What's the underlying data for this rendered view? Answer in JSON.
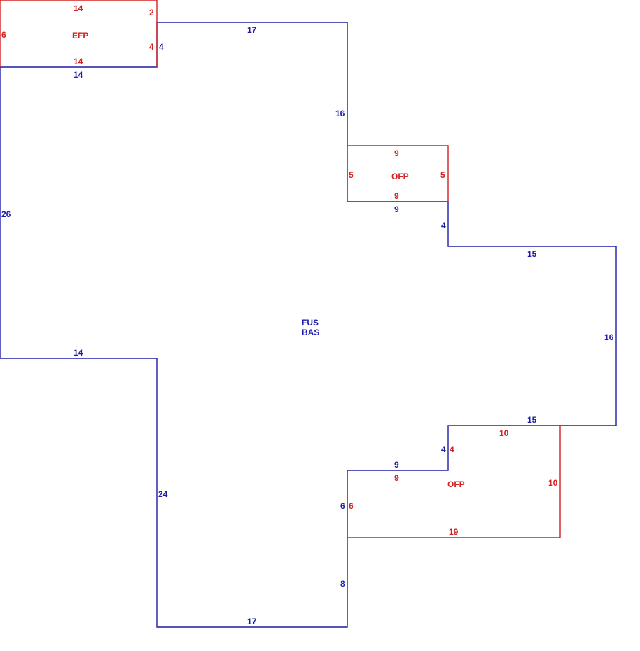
{
  "colors": {
    "main_outline": "#1c1ca8",
    "addition_outline": "#d42020",
    "background": "#ffffff"
  },
  "areas": {
    "main": {
      "label_line1": "FUS",
      "label_line2": "BAS",
      "dimensions": {
        "top_left_seg": "17",
        "right_upper_drop": "16",
        "ofp_bottom": "9",
        "step_down_4": "4",
        "right_top_15": "15",
        "right_side_16": "16",
        "right_bottom_15": "15",
        "step_4": "4",
        "inner_9": "9",
        "left_of_ofp2_6": "6",
        "lower_8": "8",
        "bottom_17": "17",
        "left_lower_24": "24",
        "mid_14": "14",
        "left_26": "26",
        "efp_shared_14": "14",
        "efp_side_4": "4"
      }
    },
    "efp": {
      "label": "EFP",
      "dimensions": {
        "top": "14",
        "left": "6",
        "right_upper": "2",
        "right_lower": "4",
        "bottom": "14"
      }
    },
    "ofp_upper": {
      "label": "OFP",
      "dimensions": {
        "top": "9",
        "left": "5",
        "right": "5",
        "bottom": "9"
      }
    },
    "ofp_lower": {
      "label": "OFP",
      "dimensions": {
        "top": "10",
        "right": "10",
        "bottom": "19",
        "left": "6",
        "inner_top": "9",
        "inner_side": "4"
      }
    }
  }
}
